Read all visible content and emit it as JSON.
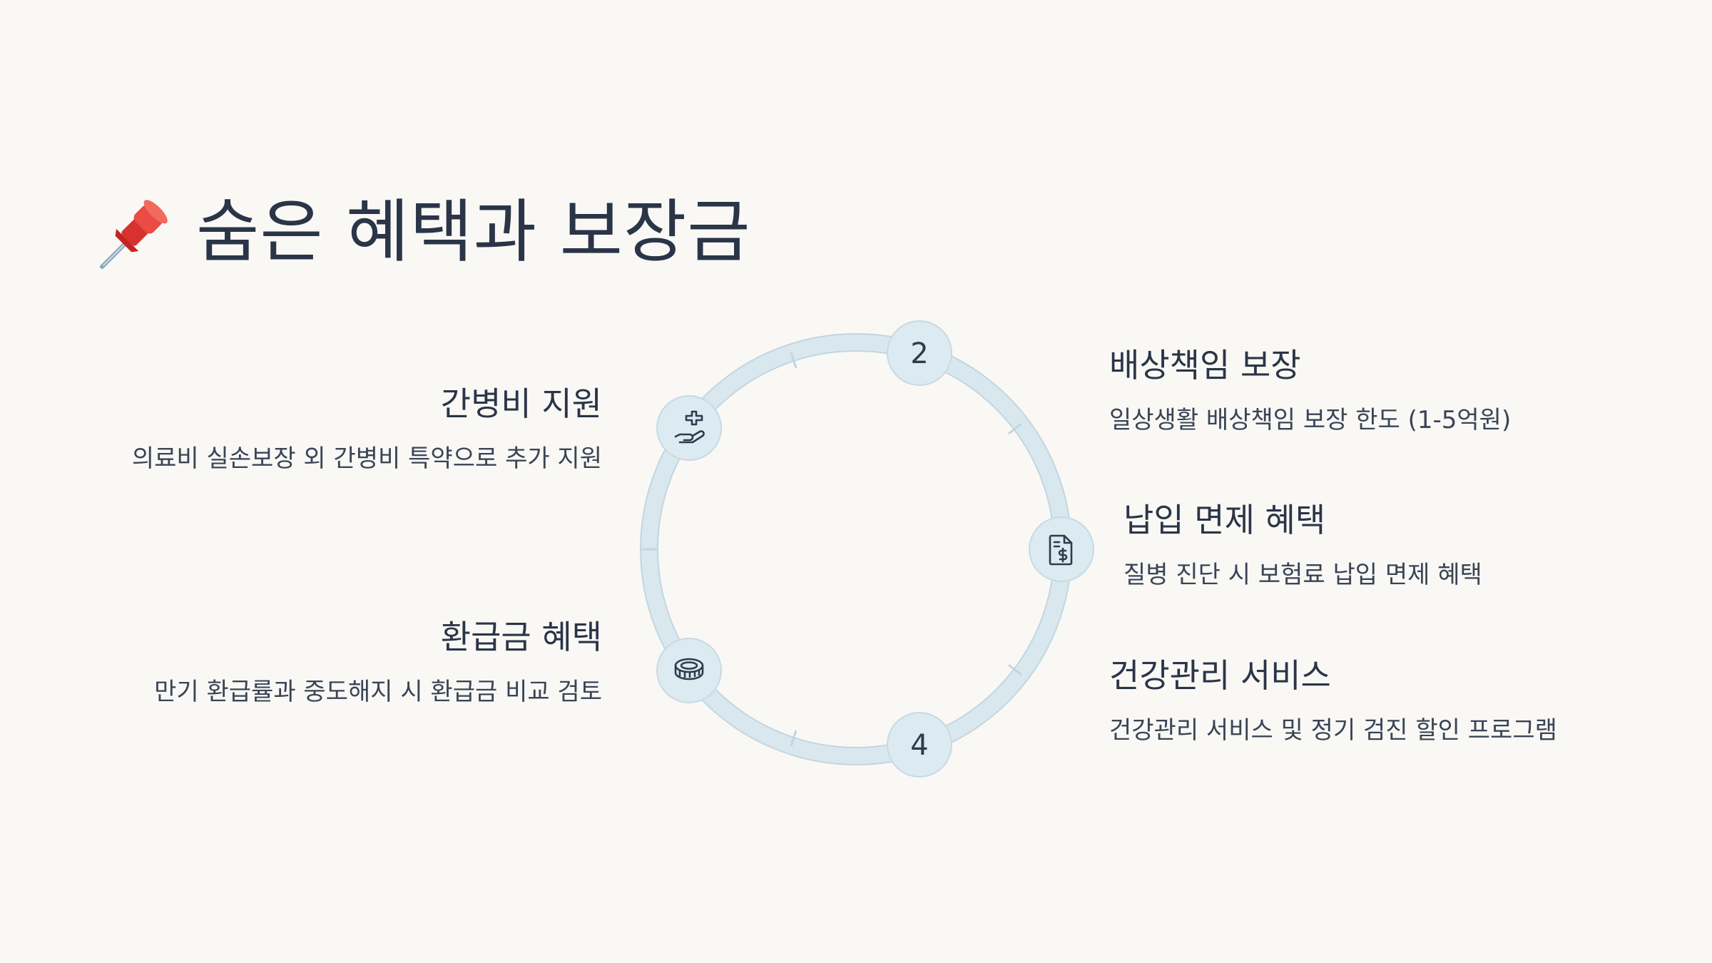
{
  "title": {
    "icon": "pushpin-icon",
    "text": "숨은 혜택과 보장금"
  },
  "nodes": [
    {
      "label": "",
      "icon": "hand-medical-icon"
    },
    {
      "label": "2",
      "icon": ""
    },
    {
      "label": "",
      "icon": "dollar-document-icon"
    },
    {
      "label": "4",
      "icon": ""
    },
    {
      "label": "",
      "icon": "coin-stack-icon"
    }
  ],
  "items": [
    {
      "heading": "간병비 지원",
      "description": "의료비 실손보장 외 간병비 특약으로 추가 지원"
    },
    {
      "heading": "배상책임 보장",
      "description": "일상생활 배상책임 보장 한도 (1-5억원)"
    },
    {
      "heading": "납입 면제 혜택",
      "description": "질병 진단 시 보험료 납입 면제 혜택"
    },
    {
      "heading": "건강관리 서비스",
      "description": "건강관리 서비스 및 정기 검진 할인 프로그램"
    },
    {
      "heading": "환급금 혜택",
      "description": "만기 환급률과 중도해지 시 환급금 비교 검토"
    }
  ],
  "colors": {
    "background": "#f9f8f5",
    "ring": "#d9e8ef",
    "ring_stroke": "#c3d6df",
    "node_fill": "#dceaf1",
    "text": "#2b3548"
  }
}
